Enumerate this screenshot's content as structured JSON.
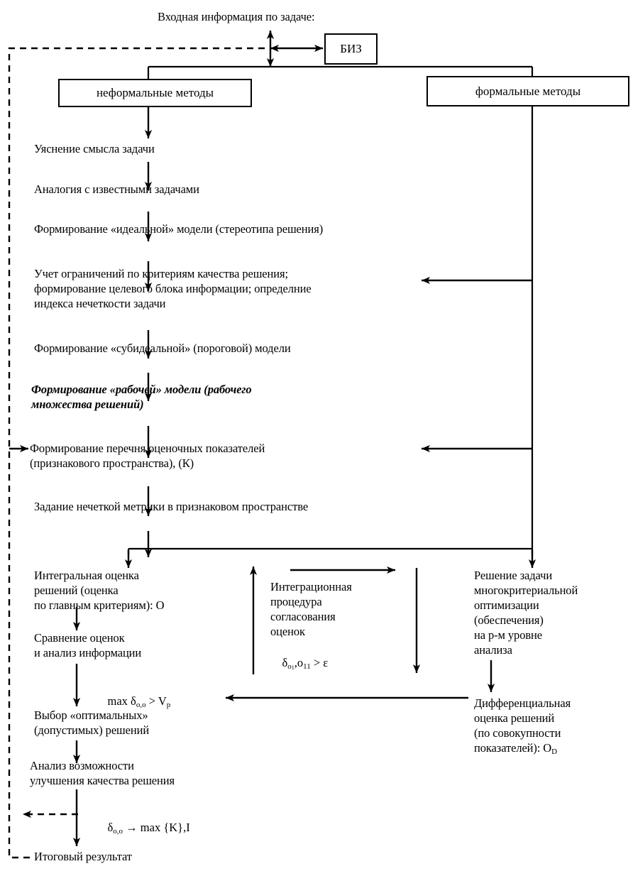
{
  "diagram": {
    "title": "Входная информация по задаче:",
    "boxes": [
      {
        "id": "biz",
        "label": "БИЗ"
      },
      {
        "id": "informal",
        "label": "неформальные методы"
      },
      {
        "id": "formal",
        "label": "формальные методы"
      }
    ],
    "left_chain": [
      {
        "id": "step1",
        "label": "Уяснение смысла задачи"
      },
      {
        "id": "step2",
        "label": "Аналогия с известными задачами"
      },
      {
        "id": "step3",
        "label": "Формирование «идеальной» модели (стереотипа решения)"
      },
      {
        "id": "step4",
        "label": "Учет ограничений по критериям качества решения;\nформирование целевого блока информации; определние\nиндекса нечеткости задачи"
      },
      {
        "id": "step5",
        "label": "Формирование «субидеальной» (пороговой) модели"
      },
      {
        "id": "step6",
        "label": "Формирование «рабочей» модели (рабочего\nмножества решений)",
        "style": "bold-italic"
      },
      {
        "id": "step7",
        "label": "Формирование перечня оценочных показателей\n(признакового пространства), (К)"
      },
      {
        "id": "step8",
        "label": "Задание нечеткой метрики в признаковом пространстве"
      }
    ],
    "bottom_left_chain": [
      {
        "id": "b1",
        "label": "Интегральная оценка\nрешений (оценка\nпо главным критериям): О"
      },
      {
        "id": "b2",
        "label": "Сравнение оценок\nи анализ информации"
      },
      {
        "id": "b3",
        "label": "Выбор «оптимальных»\n(допустимых) решений"
      },
      {
        "id": "b4",
        "label": "Анализ возможности\nулучшения качества решения"
      },
      {
        "id": "b5",
        "label": "Итоговый результат"
      }
    ],
    "middle_column": {
      "id": "integration",
      "label": "Интеграционная\nпроцедура\nсогласования\nоценок"
    },
    "right_column": [
      {
        "id": "r1",
        "label": "Решение задачи\nмногокритериальной\nоптимизации\n(обеспечения)\nна р-м уровне\nанализа"
      },
      {
        "id": "r2",
        "label": "Дифференциальная\nоценка решений\n(по совокупности\nпоказателей): О",
        "sub": "D"
      }
    ],
    "formulas": [
      {
        "id": "f_delta_eps",
        "prefix": "δ",
        "sub1": "o",
        "sub1sup": "1",
        "text_plain": "δo1,o11 > ε"
      },
      {
        "id": "f_max_v",
        "text_plain": "max δo,o > Vp"
      },
      {
        "id": "f_max_k",
        "text_plain": "δo,o → max {K},I"
      }
    ],
    "colors": {
      "stroke": "#000000",
      "background": "#ffffff"
    }
  }
}
